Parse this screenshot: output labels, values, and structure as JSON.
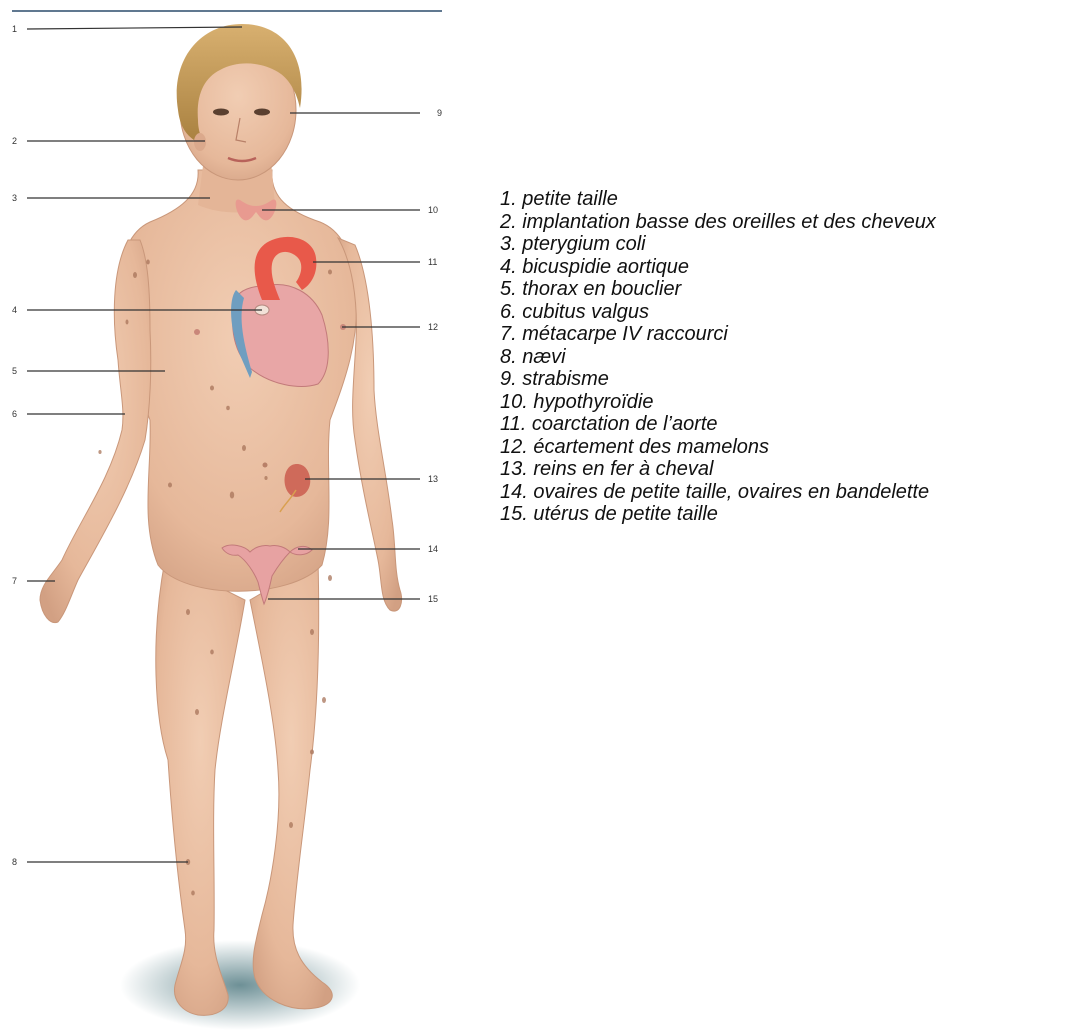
{
  "callouts": [
    {
      "num": "1",
      "label": "1. petite taille"
    },
    {
      "num": "2",
      "label": "2. implantation basse des oreilles et des cheveux"
    },
    {
      "num": "3",
      "label": "3. pterygium coli"
    },
    {
      "num": "4",
      "label": "4. bicuspidie aortique"
    },
    {
      "num": "5",
      "label": "5. thorax en bouclier"
    },
    {
      "num": "6",
      "label": "6. cubitus valgus"
    },
    {
      "num": "7",
      "label": "7. métacarpe IV raccourci"
    },
    {
      "num": "8",
      "label": "8. nævi"
    },
    {
      "num": "9",
      "label": "9. strabisme"
    },
    {
      "num": "10",
      "label": "10. hypothyroïdie"
    },
    {
      "num": "11",
      "label": "11. coarctation de l’aorte"
    },
    {
      "num": "12",
      "label": "12. écartement des mamelons"
    },
    {
      "num": "13",
      "label": "13. reins en fer à cheval"
    },
    {
      "num": "14",
      "label": "14. ovaires de petite taille, ovaires en bandelette"
    },
    {
      "num": "15",
      "label": "15. utérus de petite taille"
    }
  ],
  "colors": {
    "skin": "#e9c0a4",
    "skin_shade": "#d9a88a",
    "hair": "#c79a55",
    "aorta": "#e8594a",
    "heart": "#e8a6a6",
    "vein": "#6f9ec0",
    "thyroid": "#e89a90",
    "kidney": "#cf6a5a",
    "uterus": "#e7a2a2",
    "naevus": "#a8745a",
    "top_rule": "#2c4b6b",
    "leader": "#333333"
  }
}
